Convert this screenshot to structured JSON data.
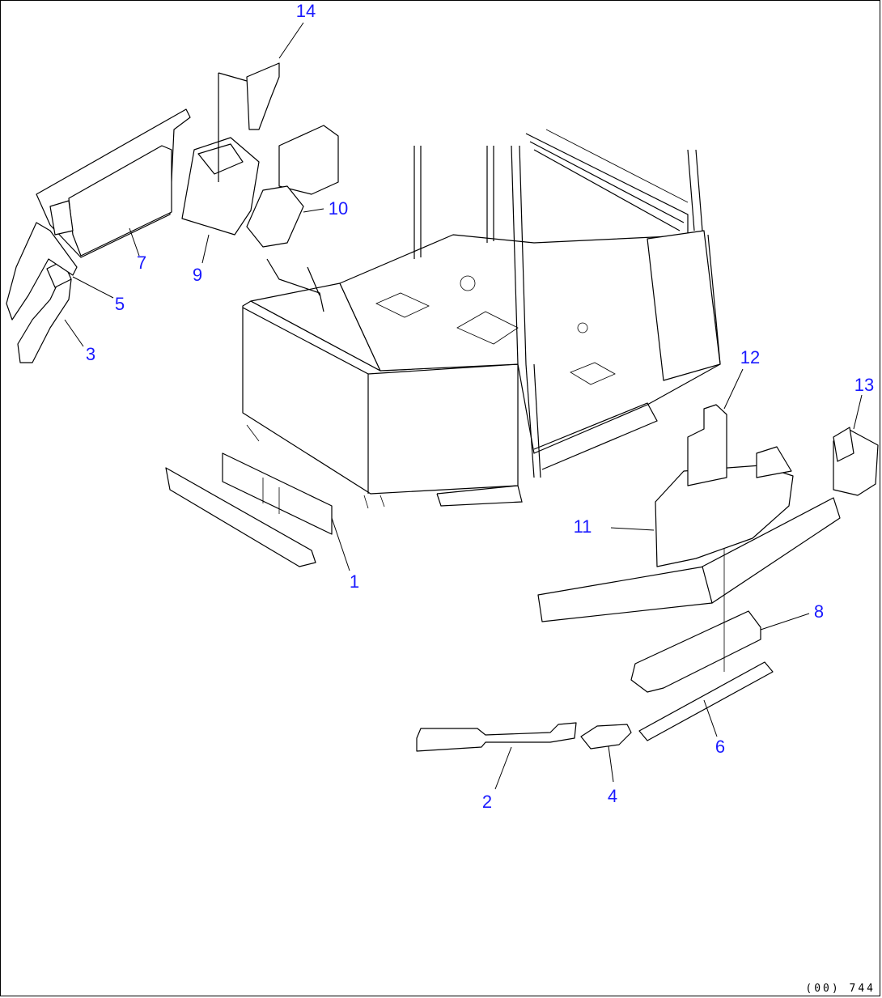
{
  "diagram": {
    "drawing_code": "(00) 744",
    "label_color": "#1a1aff",
    "callouts": [
      {
        "id": "1",
        "label": "1"
      },
      {
        "id": "2",
        "label": "2"
      },
      {
        "id": "3",
        "label": "3"
      },
      {
        "id": "4",
        "label": "4"
      },
      {
        "id": "5",
        "label": "5"
      },
      {
        "id": "6",
        "label": "6"
      },
      {
        "id": "7",
        "label": "7"
      },
      {
        "id": "8",
        "label": "8"
      },
      {
        "id": "9",
        "label": "9"
      },
      {
        "id": "10",
        "label": "10"
      },
      {
        "id": "11",
        "label": "11"
      },
      {
        "id": "12",
        "label": "12"
      },
      {
        "id": "13",
        "label": "13"
      },
      {
        "id": "14",
        "label": "14"
      }
    ]
  }
}
